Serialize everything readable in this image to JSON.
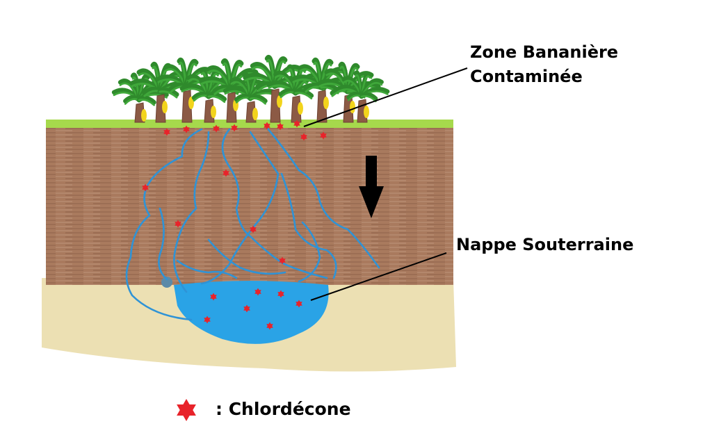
{
  "labels": {
    "zone_line1": "Zone Bananière",
    "zone_line2": "Contaminée",
    "aquifer": "Nappe Souterraine",
    "legend": ": Chlordécone"
  },
  "colors": {
    "grass": "#a6d94c",
    "soil": "#a97a5e",
    "sand": "#ece0b3",
    "water": "#2aa3e6",
    "stream": "#2f93d6",
    "contaminant": "#e8232a",
    "arrow": "#000000",
    "leaf": "#2f8a2c",
    "trunk": "#8c5a45",
    "banana": "#f2d41c"
  }
}
